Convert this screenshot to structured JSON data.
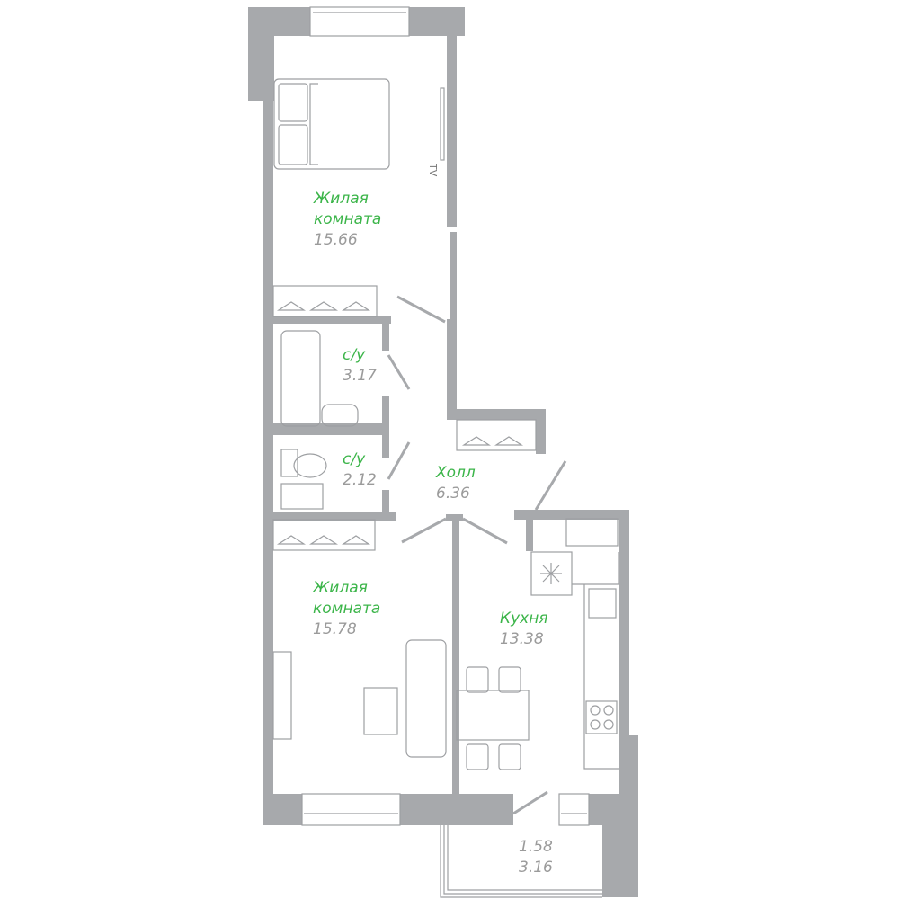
{
  "rooms": [
    {
      "name_lines": [
        "Жилая",
        "комната"
      ],
      "area": "15.66"
    },
    {
      "name_lines": [
        "с/у"
      ],
      "area": "3.17"
    },
    {
      "name_lines": [
        "с/у"
      ],
      "area": "2.12"
    },
    {
      "name_lines": [
        "Холл"
      ],
      "area": "6.36"
    },
    {
      "name_lines": [
        "Жилая",
        "комната"
      ],
      "area": "15.78"
    },
    {
      "name_lines": [
        "Кухня"
      ],
      "area": "13.38"
    }
  ],
  "balcony": {
    "area": "1.58",
    "area_full": "3.16"
  },
  "tv_label": "TV",
  "colors": {
    "wall": "#a7a9ac",
    "room_name": "#3cb54a",
    "area": "#9b9b9b"
  }
}
